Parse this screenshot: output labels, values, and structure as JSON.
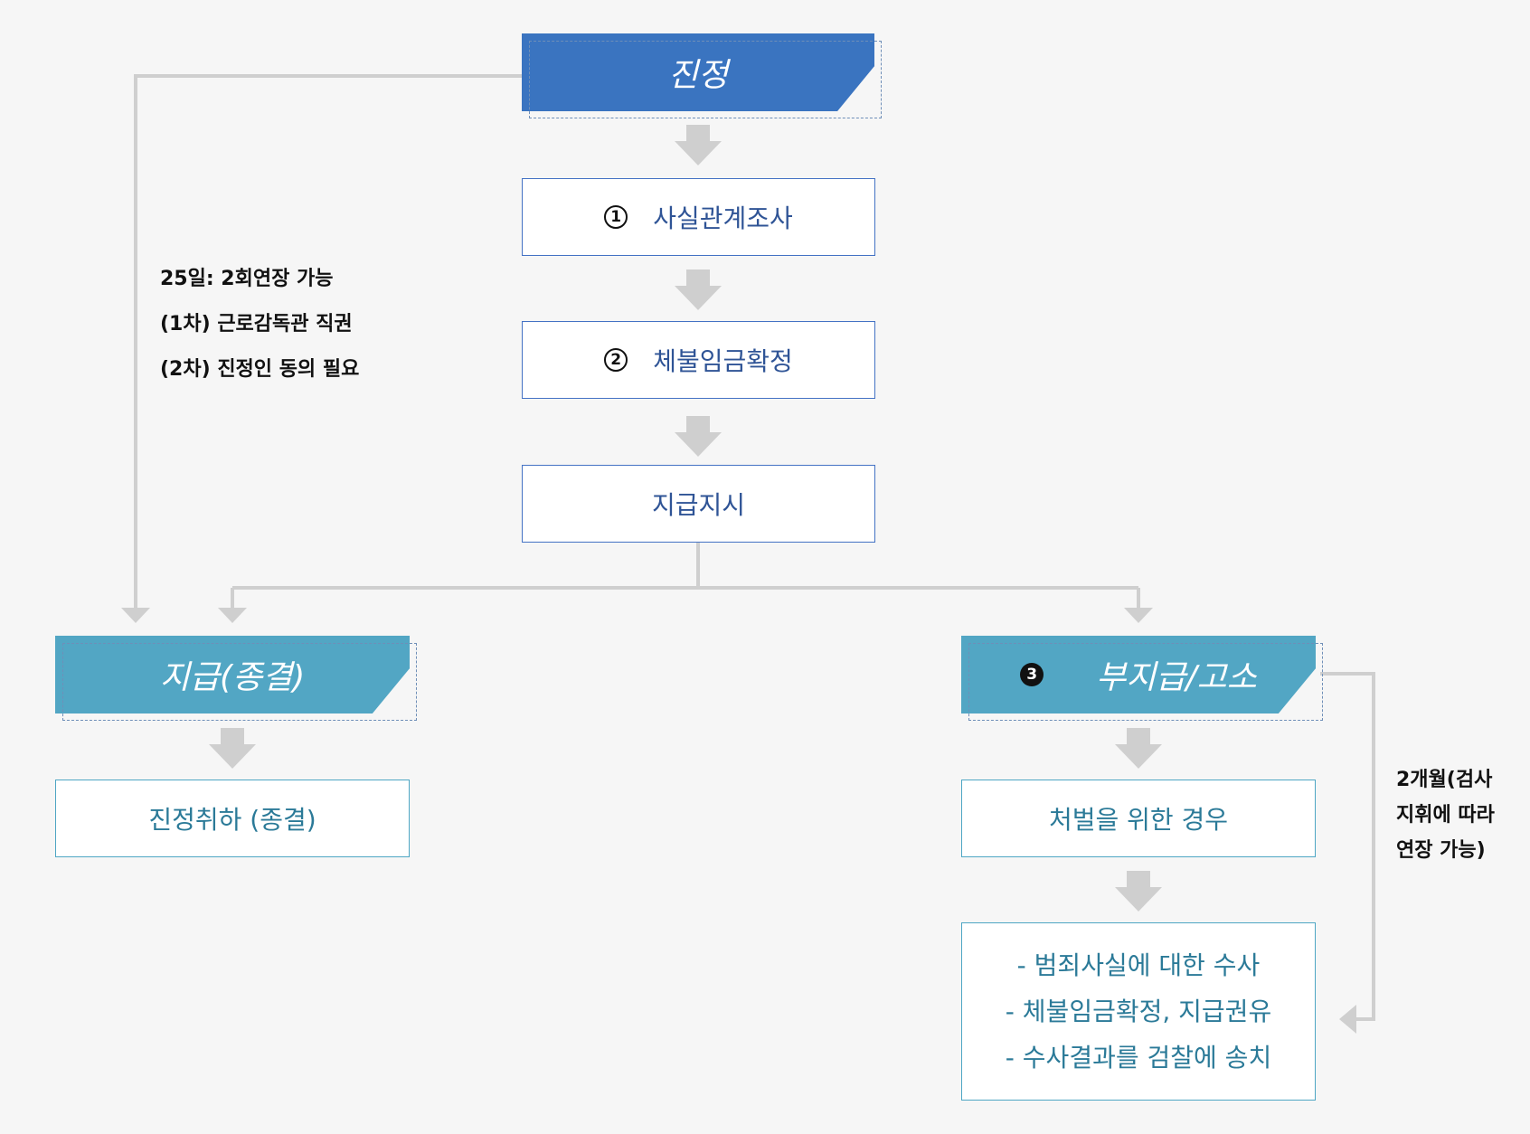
{
  "colors": {
    "primary_header": "#3a74c0",
    "secondary_header": "#52a6c4",
    "blue_border": "#4472c4",
    "teal_border": "#4ea6c4",
    "connector": "#cfcfcf",
    "background": "#f6f6f6"
  },
  "petition": {
    "label": "진정"
  },
  "steps": {
    "fact_check": {
      "number": "1",
      "label": "사실관계조사"
    },
    "wage_confirm": {
      "number": "2",
      "label": "체불임금확정"
    },
    "payment_order": {
      "label": "지급지시"
    }
  },
  "outcomes": {
    "paid": {
      "label": "지급(종결)"
    },
    "unpaid": {
      "number": "3",
      "label": "부지급/고소"
    }
  },
  "paid_result": {
    "label": "진정취하 (종결)"
  },
  "unpaid_result": {
    "label": "처벌을 위한 경우"
  },
  "investigation": {
    "items": [
      "- 범죄사실에 대한 수사",
      "- 체불임금확정, 지급권유",
      "- 수사결과를 검찰에 송치"
    ]
  },
  "notes": {
    "extension_left": [
      "25일: 2회연장 가능",
      "(1차) 근로감독관 직권",
      "(2차) 진정인 동의 필요"
    ],
    "extension_right": [
      "2개월(검사",
      "지휘에 따라",
      "연장 가능)"
    ]
  }
}
